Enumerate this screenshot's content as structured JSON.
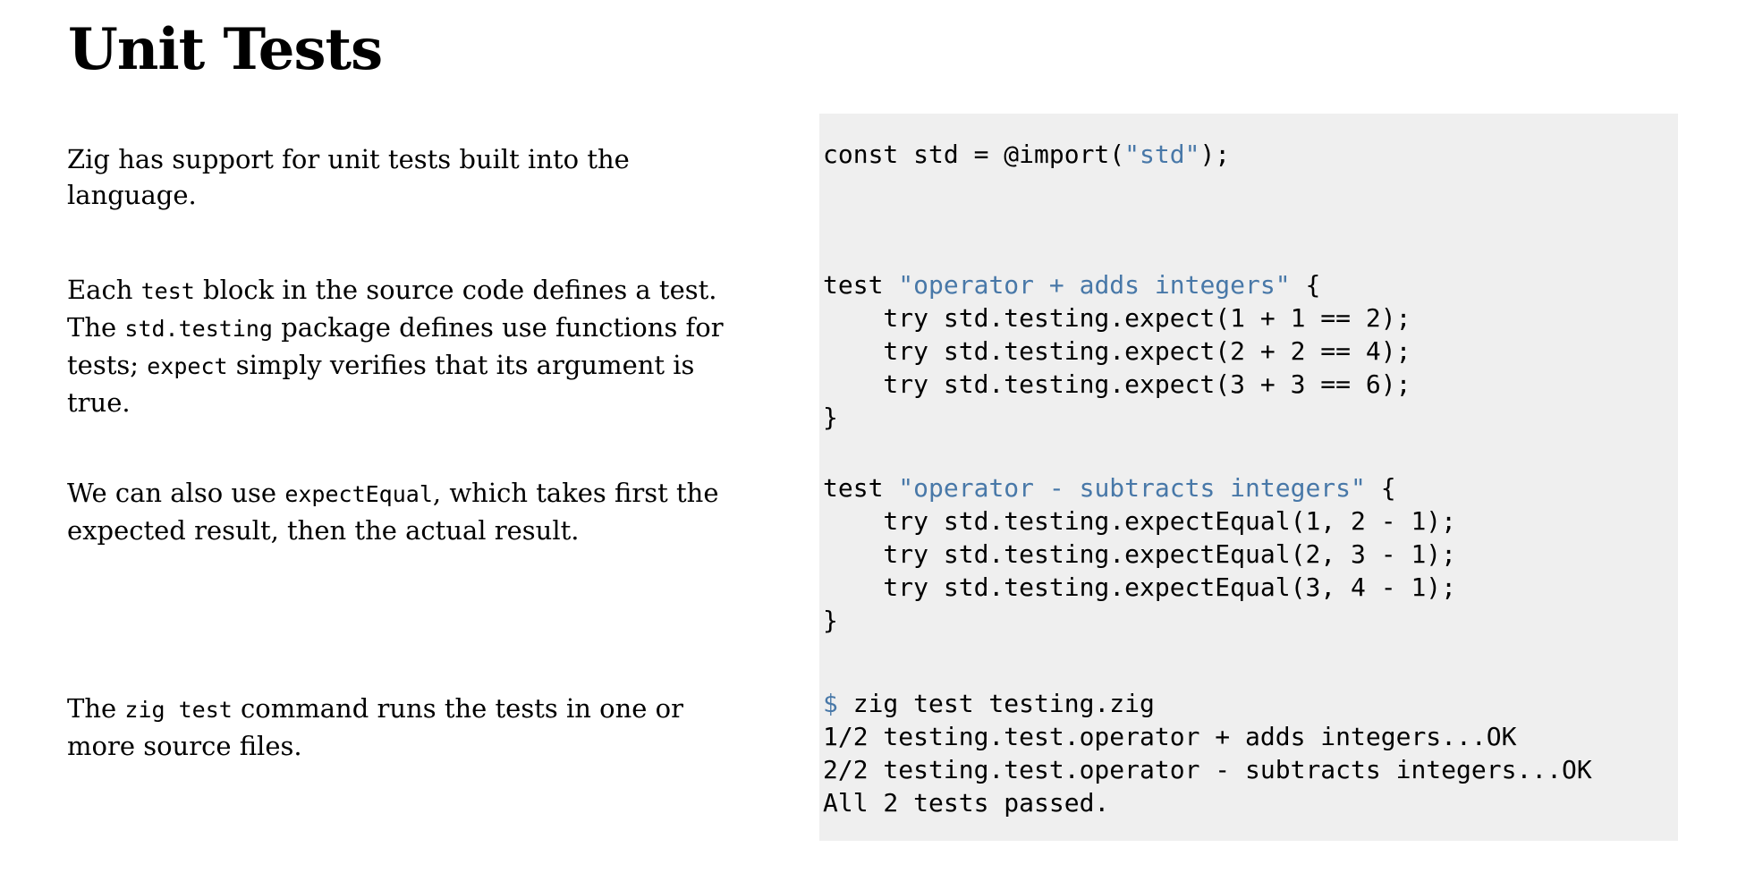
{
  "page": {
    "title": "Unit Tests"
  },
  "colors": {
    "text": "#000000",
    "code_background": "#efefef",
    "string": "#4878a8",
    "prompt": "#4878a8"
  },
  "sections": [
    {
      "docs": [
        {
          "t": "Zig has support for unit tests built into the"
        },
        {
          "br": true
        },
        {
          "t": "language."
        }
      ],
      "code": {
        "lang": "zig",
        "lines": [
          [
            {
              "t": "const std = @import("
            },
            {
              "t": "\"std\"",
              "cls": "str"
            },
            {
              "t": ");"
            }
          ]
        ]
      }
    },
    {
      "docs": [
        {
          "t": "Each "
        },
        {
          "t": "test",
          "cls": "code"
        },
        {
          "t": " block in the source code defines a test."
        },
        {
          "br": true
        },
        {
          "t": "The "
        },
        {
          "t": "std.testing",
          "cls": "code"
        },
        {
          "t": " package defines use functions for"
        },
        {
          "br": true
        },
        {
          "t": "tests; "
        },
        {
          "t": "expect",
          "cls": "code"
        },
        {
          "t": " simply verifies that its argument is"
        },
        {
          "br": true
        },
        {
          "t": "true."
        }
      ],
      "code": {
        "lang": "zig",
        "lines": [
          [
            {
              "t": "test "
            },
            {
              "t": "\"operator + adds integers\"",
              "cls": "str"
            },
            {
              "t": " {"
            }
          ],
          [
            {
              "t": "    try std.testing.expect(1 + 1 == 2);"
            }
          ],
          [
            {
              "t": "    try std.testing.expect(2 + 2 == 4);"
            }
          ],
          [
            {
              "t": "    try std.testing.expect(3 + 3 == 6);"
            }
          ],
          [
            {
              "t": "}"
            }
          ]
        ]
      }
    },
    {
      "docs": [
        {
          "t": "We can also use "
        },
        {
          "t": "expectEqual",
          "cls": "code"
        },
        {
          "t": ", which takes first the"
        },
        {
          "br": true
        },
        {
          "t": "expected result, then the actual result."
        }
      ],
      "code": {
        "lang": "zig",
        "lines": [
          [
            {
              "t": "test "
            },
            {
              "t": "\"operator - subtracts integers\"",
              "cls": "str"
            },
            {
              "t": " {"
            }
          ],
          [
            {
              "t": "    try std.testing.expectEqual(1, 2 - 1);"
            }
          ],
          [
            {
              "t": "    try std.testing.expectEqual(2, 3 - 1);"
            }
          ],
          [
            {
              "t": "    try std.testing.expectEqual(3, 4 - 1);"
            }
          ],
          [
            {
              "t": "}"
            }
          ]
        ]
      }
    },
    {
      "docs": [
        {
          "t": "The "
        },
        {
          "t": "zig test",
          "cls": "code"
        },
        {
          "t": " command runs the tests in one or"
        },
        {
          "br": true
        },
        {
          "t": "more source files."
        }
      ],
      "code": {
        "lang": "shell",
        "lines": [
          [
            {
              "t": "$",
              "cls": "prompt"
            },
            {
              "t": " zig test testing.zig"
            }
          ],
          [
            {
              "t": "1/2 testing.test.operator + adds integers...OK"
            }
          ],
          [
            {
              "t": "2/2 testing.test.operator - subtracts integers...OK"
            }
          ],
          [
            {
              "t": "All 2 tests passed."
            }
          ]
        ]
      }
    }
  ]
}
